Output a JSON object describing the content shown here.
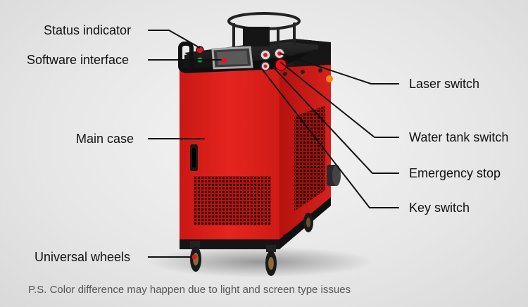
{
  "labels": {
    "status_indicator": "Status indicator",
    "software_interface": "Software interface",
    "main_case": "Main case",
    "universal_wheels": "Universal wheels",
    "laser_switch": "Laser switch",
    "water_tank_switch": "Water tank switch",
    "emergency_stop": "Emergency stop",
    "key_switch": "Key switch"
  },
  "note": "P.S. Color difference may happen due to light and screen type issues",
  "colors": {
    "case_red": "#e0201c",
    "case_dark": "#1a1a1a",
    "leader_line": "#111111",
    "marker_red": "#e8141c"
  }
}
